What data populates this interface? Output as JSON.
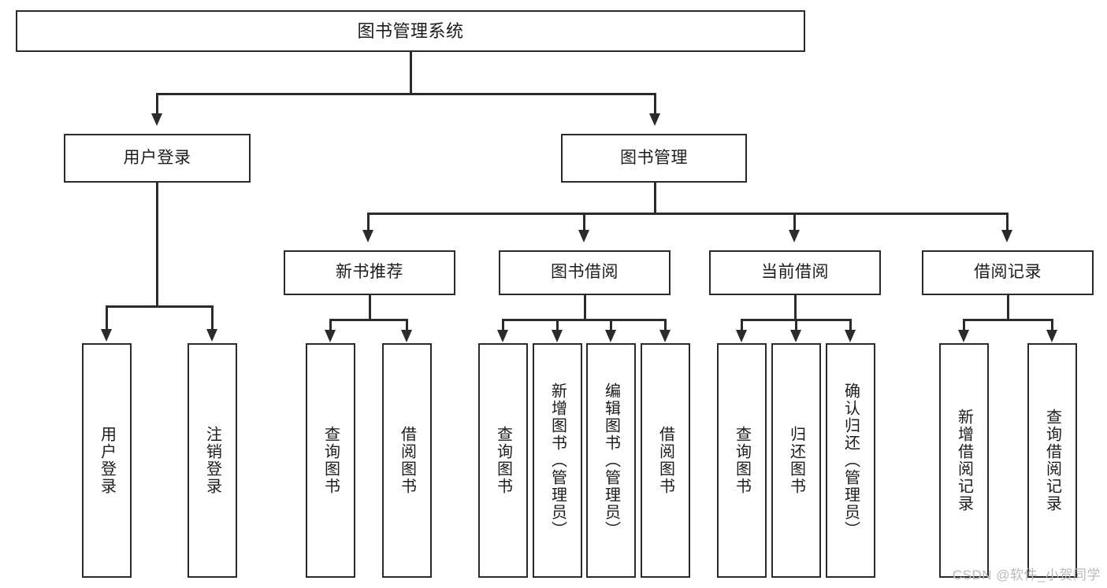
{
  "diagram": {
    "type": "hierarchy-tree",
    "title": "图书管理系统",
    "background_color": "#ffffff",
    "line_color": "#2b2b2b",
    "nodes": {
      "root": {
        "label": "图书管理系统"
      },
      "level1": [
        {
          "id": "user-login",
          "label": "用户登录"
        },
        {
          "id": "book-management",
          "label": "图书管理"
        }
      ],
      "level2": [
        {
          "id": "new-book-recommend",
          "label": "新书推荐"
        },
        {
          "id": "book-borrow",
          "label": "图书借阅"
        },
        {
          "id": "current-borrow",
          "label": "当前借阅"
        },
        {
          "id": "borrow-record",
          "label": "借阅记录"
        }
      ],
      "leaves": {
        "user_login": [
          {
            "id": "leaf-user-login",
            "label": "用户登录"
          },
          {
            "id": "leaf-logout-login",
            "label": "注销登录"
          }
        ],
        "new_book_recommend": [
          {
            "id": "leaf-query-book-1",
            "label": "查询图书"
          },
          {
            "id": "leaf-borrow-book-1",
            "label": "借阅图书"
          }
        ],
        "book_borrow": [
          {
            "id": "leaf-query-book-2",
            "label": "查询图书"
          },
          {
            "id": "leaf-add-book-admin",
            "label": "新增图书（管理员）"
          },
          {
            "id": "leaf-edit-book-admin",
            "label": "编辑图书（管理员）"
          },
          {
            "id": "leaf-borrow-book-2",
            "label": "借阅图书"
          }
        ],
        "current_borrow": [
          {
            "id": "leaf-query-book-3",
            "label": "查询图书"
          },
          {
            "id": "leaf-return-book",
            "label": "归还图书"
          },
          {
            "id": "leaf-confirm-return-admin",
            "label": "确认归还（管理员）"
          }
        ],
        "borrow_record": [
          {
            "id": "leaf-add-borrow-record",
            "label": "新增借阅记录"
          },
          {
            "id": "leaf-query-borrow-record",
            "label": "查询借阅记录"
          }
        ]
      }
    }
  },
  "watermark": {
    "text": "CSDN @软件_小贺同学"
  }
}
